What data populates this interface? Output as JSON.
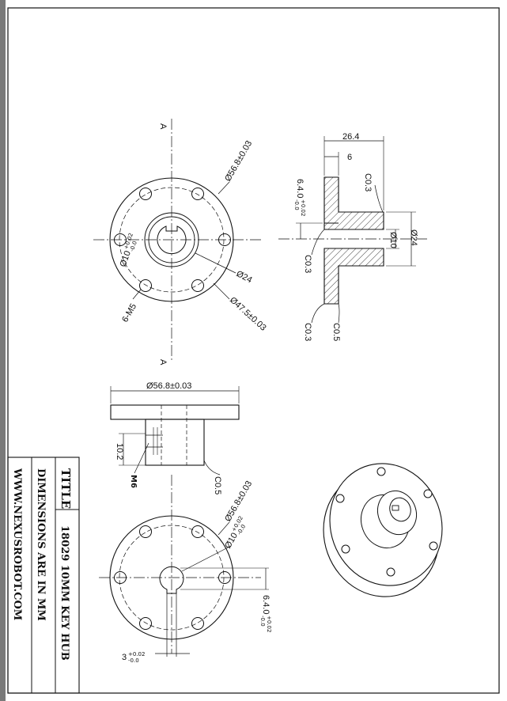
{
  "title_block": {
    "title_label": "TITLE",
    "title_value": "18029 10MM KEY HUB",
    "units_note": "DIMENSIONS ARE IN MM",
    "website": "WWW.NEXUSROBOT.COM"
  },
  "front_view": {
    "section_mark_top": "A",
    "section_mark_bottom": "A",
    "outer_dia": "Ø56.8±0.03",
    "bore": "Ø10",
    "bore_tol_plus": "+0.02",
    "bore_tol_minus": "-0.0",
    "hub_dia": "Ø24",
    "bolt_circle": "Ø47.5±0.03",
    "holes": "6-M5"
  },
  "section_view": {
    "length": "26.4",
    "flange_thk": "6",
    "key_depth": "6.4.0",
    "key_tol_plus": "+0.02",
    "key_tol_minus": "-0.0",
    "chamfer_1": "C0.3",
    "chamfer_2": "C0.3",
    "chamfer_3": "C0.3",
    "chamfer_4": "C0.5",
    "bore_dia": "Ø10",
    "hub_dia": "Ø24"
  },
  "side_view": {
    "flange_dia": "Ø56.8±0.03",
    "screw_offset": "10.2",
    "setscrew": "M6",
    "chamfer": "C0.5"
  },
  "bottom_view": {
    "outer_dia": "Ø56.8±0.03",
    "bore": "Ø10",
    "bore_tol_plus": "+0.02",
    "bore_tol_minus": "-0.0",
    "key_depth": "6.4.0",
    "key_tol_plus": "+0.02",
    "key_tol_minus": "-0.0",
    "key_width": "3",
    "key_width_tol_plus": "+0.02",
    "key_width_tol_minus": "-0.0"
  }
}
